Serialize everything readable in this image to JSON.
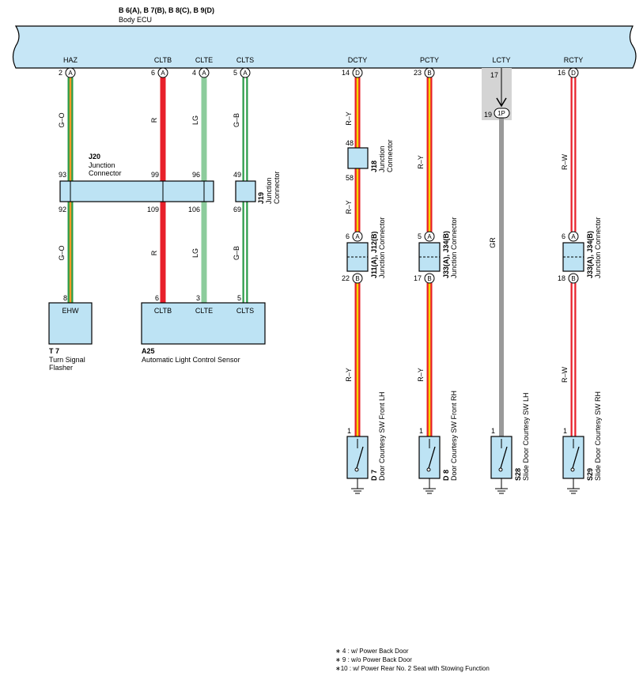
{
  "ecu": {
    "code": "B 6(A), B 7(B), B 8(C), B 9(D)",
    "name": "Body ECU"
  },
  "terminals": [
    {
      "label": "HAZ",
      "pin": "2",
      "conn": "A"
    },
    {
      "label": "CLTB",
      "pin": "6",
      "conn": "A"
    },
    {
      "label": "CLTE",
      "pin": "4",
      "conn": "A"
    },
    {
      "label": "CLTS",
      "pin": "5",
      "conn": "A"
    },
    {
      "label": "DCTY",
      "pin": "14",
      "conn": "D"
    },
    {
      "label": "PCTY",
      "pin": "23",
      "conn": "B"
    },
    {
      "label": "LCTY",
      "pin": "17",
      "conn": ""
    },
    {
      "label": "RCTY",
      "pin": "16",
      "conn": "D"
    }
  ],
  "wire_colors": {
    "haz_top": "G–O",
    "haz_bottom": "G–O",
    "cltb_top": "R",
    "cltb_bottom": "R",
    "clte_top": "LG",
    "clte_bottom": "LG",
    "clts_top": "G–B",
    "clts_bottom": "G–B",
    "dcty_1": "R–Y",
    "dcty_2": "R–Y",
    "dcty_3": "R–Y",
    "pcty_1": "R–Y",
    "pcty_2": "R–Y",
    "lcty_1": "GR",
    "rcty_1": "R–W",
    "rcty_2": "R–W"
  },
  "j20": {
    "code": "J20",
    "name_1": "Junction",
    "name_2": "Connector",
    "pins_top": [
      "93",
      "99",
      "96"
    ],
    "pins_bottom": [
      "92",
      "109",
      "106"
    ]
  },
  "j19": {
    "code": "J19",
    "name_1": "Junction",
    "name_2": "Connector",
    "pin_top": "49",
    "pin_bottom": "69"
  },
  "j18": {
    "code": "J18",
    "name_1": "Junction",
    "name_2": "Connector",
    "pin_top": "48",
    "pin_bottom": "58"
  },
  "j11": {
    "code": "J11(A), J12(B)",
    "name": "Junction Connector",
    "pin_top": "6",
    "conn_top": "A",
    "pin_bottom": "22",
    "conn_bottom": "B"
  },
  "j33p": {
    "code": "J33(A), J34(B)",
    "name": "Junction Connector",
    "pin_top": "5",
    "conn_top": "A",
    "pin_bottom": "17",
    "conn_bottom": "B"
  },
  "j33r": {
    "code": "J33(A), J34(B)",
    "name": "Junction Connector",
    "pin_top": "6",
    "conn_top": "A",
    "pin_bottom": "18",
    "conn_bottom": "B"
  },
  "lcty_conn": {
    "pin": "19",
    "conn": "1P"
  },
  "t7": {
    "code": "T 7",
    "name_1": "Turn Signal",
    "name_2": "Flasher",
    "terminal": "EHW",
    "pin": "8"
  },
  "a25": {
    "code": "A25",
    "name": "Automatic Light Control Sensor",
    "terminals": [
      "CLTB",
      "CLTE",
      "CLTS"
    ],
    "pins": [
      "6",
      "3",
      "5"
    ]
  },
  "switches": [
    {
      "code": "D 7",
      "name": "Door Courtesy SW Front LH",
      "pin": "1"
    },
    {
      "code": "D 8",
      "name": "Door Courtesy SW Front RH",
      "pin": "1"
    },
    {
      "code": "S28",
      "name": "Slide Door Courtesy SW LH",
      "pin": "1"
    },
    {
      "code": "S29",
      "name": "Slide Door Courtesy SW RH",
      "pin": "1"
    }
  ],
  "footnotes": [
    "∗ 4 : w/ Power Back Door",
    "∗ 9 : w/o Power Back Door",
    "∗10 : w/ Power Rear No. 2 Seat with Stowing Function"
  ],
  "colors": {
    "ecu_fill": "#c6e6f6",
    "connector_fill": "#bde3f4",
    "red": "#e8202a",
    "yellow": "#f5d800",
    "green": "#2b9c48",
    "orange": "#f39a27",
    "light_green": "#8ccc9c",
    "gray": "#9a9a9a",
    "gray_panel": "#d4d4d4",
    "white": "#ffffff"
  }
}
